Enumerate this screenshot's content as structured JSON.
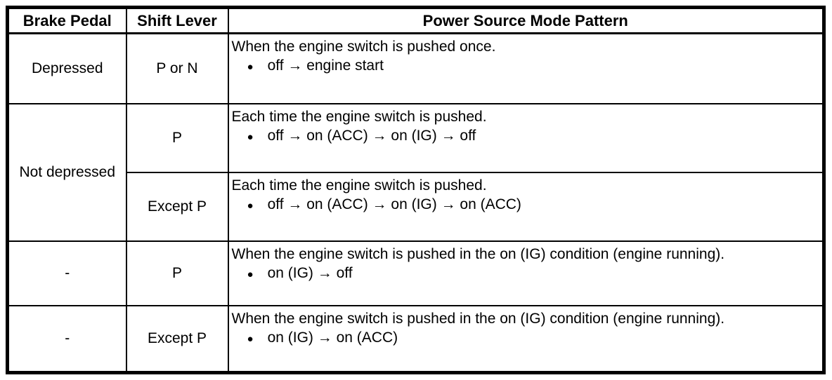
{
  "table": {
    "headers": [
      "Brake Pedal",
      "Shift Lever",
      "Power Source Mode Pattern"
    ],
    "rows": [
      {
        "brake": "Depressed",
        "shift": "P or N",
        "desc": "When the engine switch is pushed once.",
        "bullet": "off → engine start"
      },
      {
        "brake": "Not depressed",
        "shift": "P",
        "desc": "Each time the engine switch is pushed.",
        "bullet": "off → on (ACC) → on (IG) → off"
      },
      {
        "shift": "Except P",
        "desc": "Each time the engine switch is pushed.",
        "bullet": "off → on (ACC) → on (IG) → on (ACC)"
      },
      {
        "brake": "-",
        "shift": "P",
        "desc": "When the engine switch is pushed in the on (IG) condition (engine running).",
        "bullet": "on (IG) → off"
      },
      {
        "brake": "-",
        "shift": "Except P",
        "desc": "When the engine switch is pushed in the on (IG) condition (engine running).",
        "bullet": "on (IG) → on (ACC)"
      }
    ]
  },
  "glyphs": {
    "bullet": "●"
  },
  "colors": {
    "border": "#000000",
    "text": "#000000",
    "background": "#ffffff"
  }
}
